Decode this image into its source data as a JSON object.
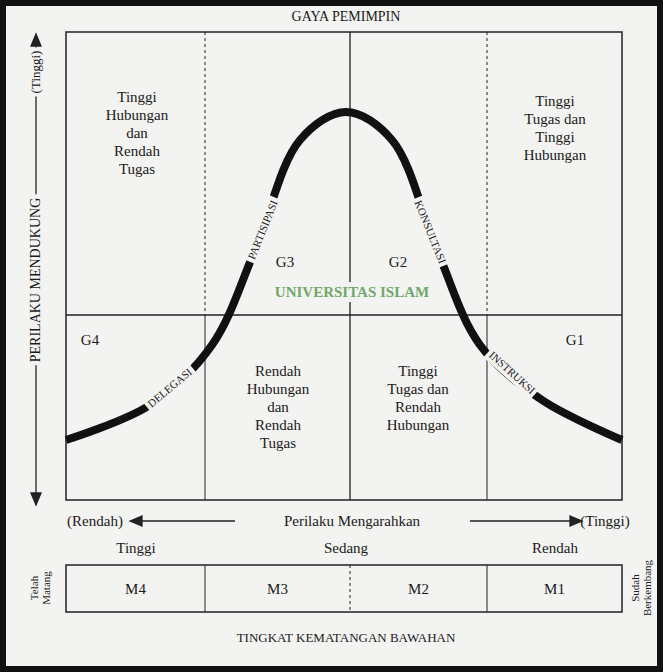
{
  "diagram": {
    "title": "GAYA PEMIMPIN",
    "nodes": [
      {
        "text": [
          "Tinggi Hubungan dan Rendah Tugas"
        ]
      },
      {
        "text": [
          "Tinggi Tugas dan Tinggi Hubungan"
        ]
      },
      {
        "text": [
          "Rendah Hubungan dan Rendah Tugas"
        ]
      },
      {
        "text": [
          "Tinggi Tugas dan Rendah Hubungan"
        ]
      },
      {
        "text": [
          "M4"
        ]
      },
      {
        "text": [
          "M3"
        ]
      },
      {
        "text": [
          "M2"
        ]
      },
      {
        "text": [
          "M1"
        ]
      }
    ],
    "labels": [
      "(Tinggi)",
      "PERILAKU MENDUKUNG",
      "PARTISIPASI",
      "G3",
      "G2",
      "KONSULTASI",
      "G4",
      "DELEGASI",
      "G1",
      "INSTRUKSI",
      "UNIVERSITAS ISLAM",
      "(Rendah)",
      "Perilaku Mengarahkan",
      "(Tinggi)",
      "Tinggi",
      "Sedang",
      "Rendah",
      "Telah Matang",
      "Sudah Berkembang",
      "TINGKAT KEMATANGAN BAWAHAN"
    ]
  }
}
